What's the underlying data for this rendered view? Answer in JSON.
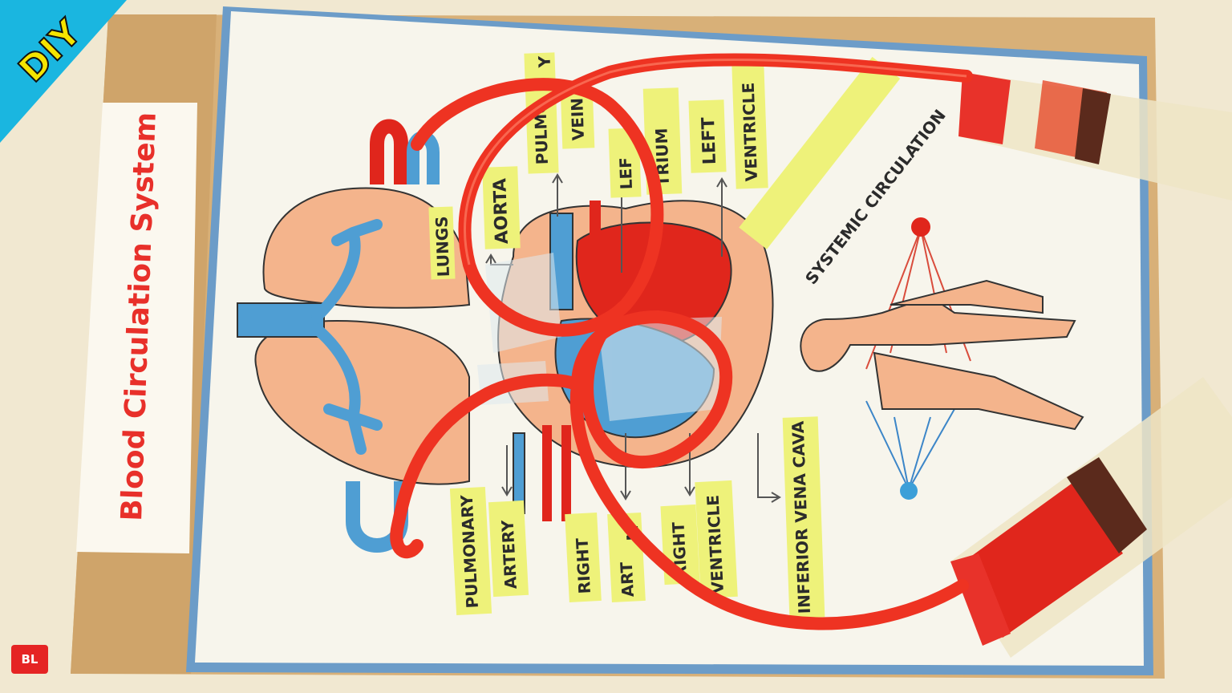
{
  "badge": {
    "diy": "DIY",
    "logo": "BL"
  },
  "board": {
    "title": "Blood Circulation System"
  },
  "labels": {
    "lungs": "LUNGS",
    "aorta": "AORTA",
    "pulmonary_vein_1": "PULMO",
    "pulmonary_vein_1b": "Y",
    "pulmonary_vein_2": "VEIN",
    "left_atrium_1": "LEF",
    "left_atrium_2": "TRIUM",
    "left_ventricle_1": "LEFT",
    "left_ventricle_2": "VENTRICLE",
    "systemic": "SYSTEMIC CIRCULATION",
    "pulmonary_artery_1": "PULMONARY",
    "pulmonary_artery_2": "ARTERY",
    "right_atrium_1": "RIGHT",
    "right_atrium_2": "ART",
    "right_atrium_2b": "M",
    "right_ventricle_1": "RIGHT",
    "right_ventricle_2": "VENTRICLE",
    "ivc": "INFERIOR VENA CAVA"
  },
  "colors": {
    "tube": "#ee3322",
    "blood": "#e0261c",
    "lung": "#f4b48c",
    "vein_blue": "#4f9ed3",
    "label_bg": "#eef27a",
    "badge": "#f5e400",
    "badge_bg": "#1ab6e0",
    "logo": "#e52424"
  }
}
